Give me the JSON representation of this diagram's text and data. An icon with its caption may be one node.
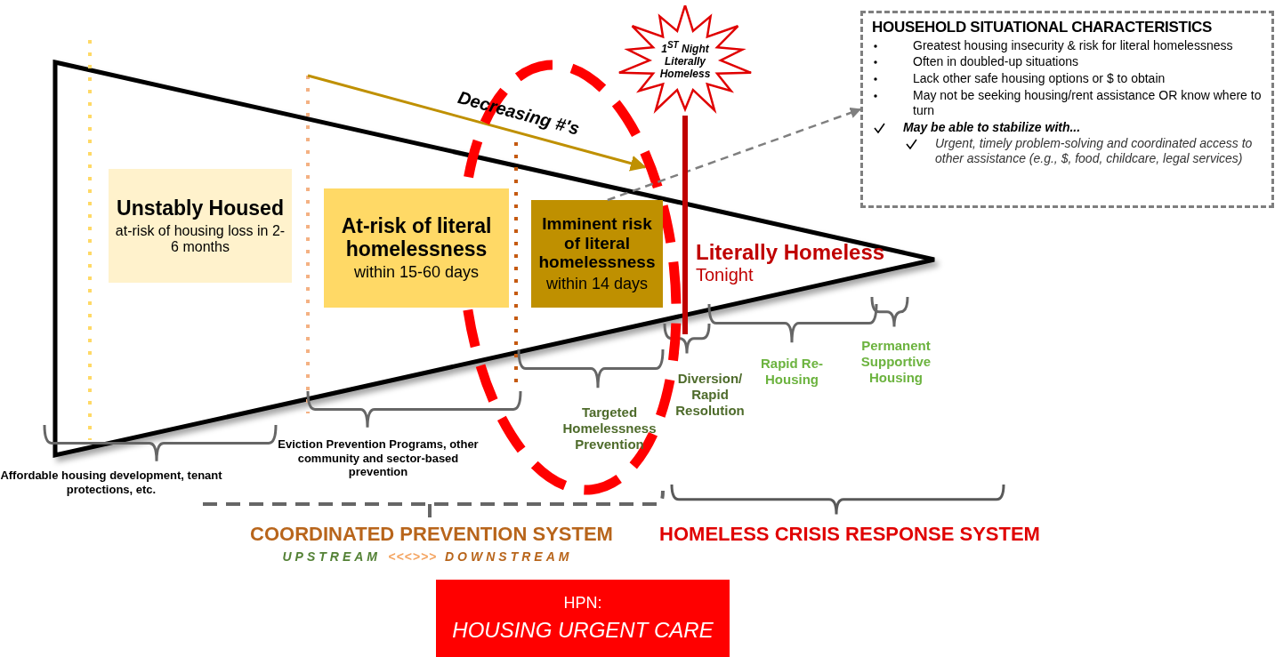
{
  "diagram": {
    "nodes": [
      {
        "text": [
          "Unstably Housed",
          "at-risk of housing loss in 2-6 months"
        ]
      },
      {
        "text": [
          "At-risk of literal homelessness",
          "within 15-60 days"
        ]
      },
      {
        "text": [
          "Imminent risk of literal homelessness",
          "within 14 days"
        ]
      },
      {
        "text": [
          "Literally Homeless",
          "Tonight"
        ]
      },
      {
        "text": [
          "1$^{ST}$ Night Literally Homeless"
        ]
      },
      {
        "text": [
          "HOUSEHOLD SITUATIONAL CHARACTERISTICS",
          "Greatest housing insecurity & risk for literal homelessness",
          "Often in doubled-up situations",
          "Lack other safe housing options or $ to obtain",
          "May not be seeking housing/rent assistance OR know where to turn",
          "May be able to stabilize with...",
          "Urgent, timely problem-solving and coordinated access to other assistance (e.g., $, food, childcare, legal services)"
        ]
      },
      {
        "text": [
          "HPN:",
          "HOUSING URGENT CARE"
        ]
      }
    ],
    "edges": [
      {
        "from": 2,
        "to": 5,
        "arrow": "to",
        "style": "dashed",
        "color": "#7f7f7f"
      },
      {
        "from": 4,
        "to": 2,
        "arrow": "none",
        "style": "thick",
        "color": "#c00000"
      }
    ],
    "labels": [
      "Decreasing #'s",
      "Targeted Homelessness Prevention",
      "Diversion/ Rapid Resolution",
      "Rapid Re-Housing",
      "Permanent Supportive Housing",
      "Eviction Prevention Programs, other community and sector-based prevention",
      "Affordable housing development, tenant protections, etc.",
      "COORDINATED PREVENTION SYSTEM",
      "HOMELESS CRISIS RESPONSE SYSTEM",
      "UPSTREAM",
      "<<<>>>",
      "DOWNSTREAM"
    ]
  }
}
